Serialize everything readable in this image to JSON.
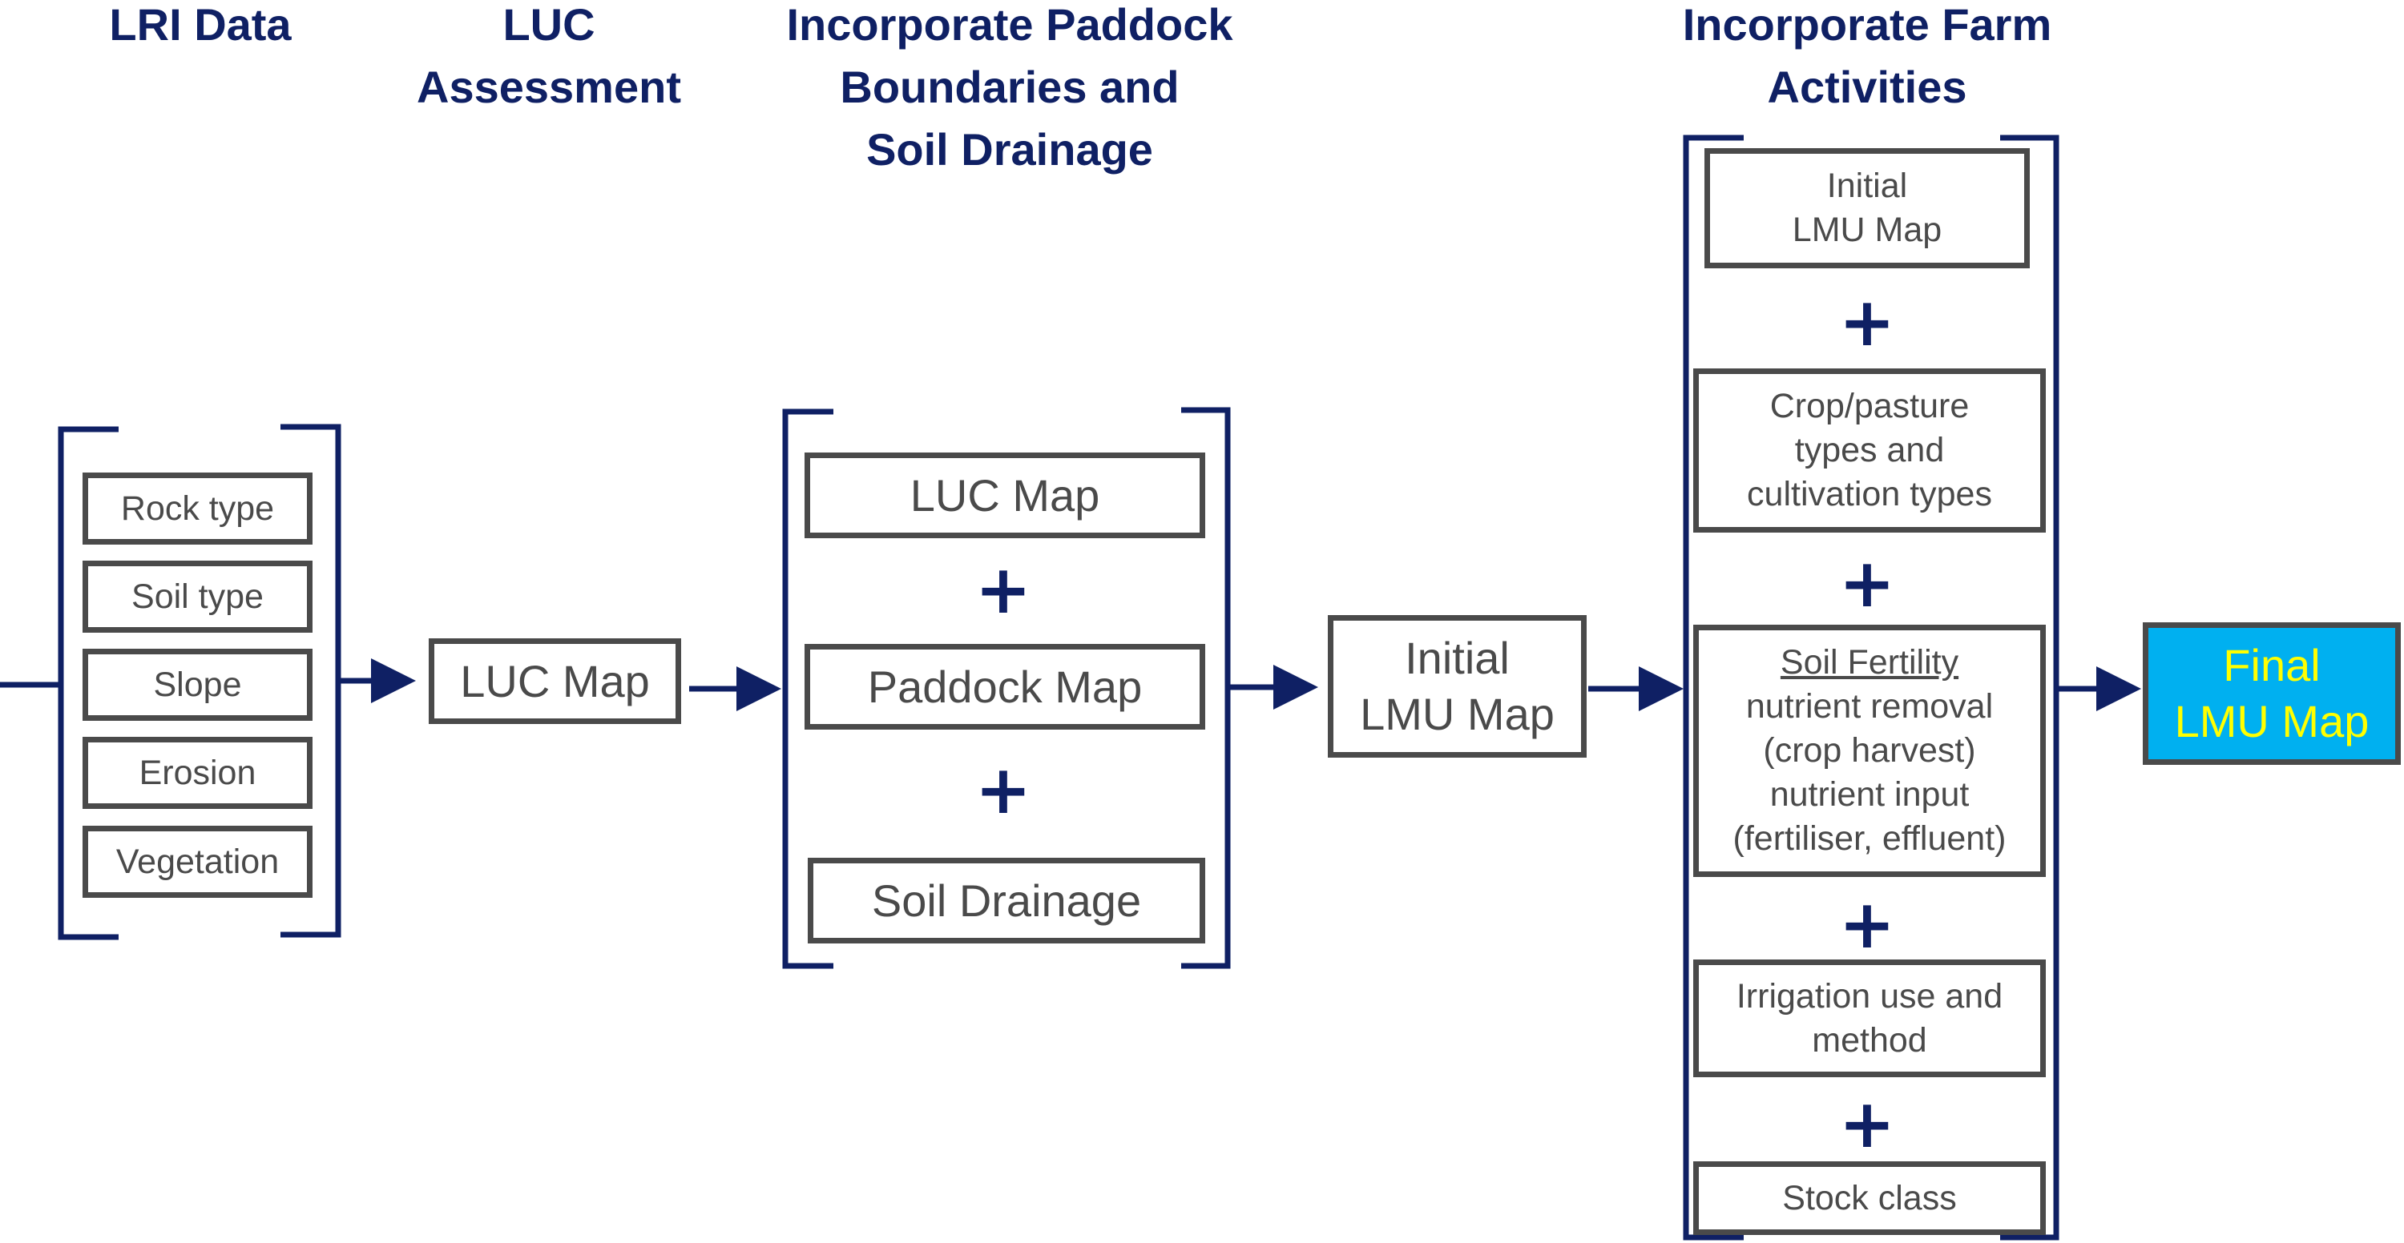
{
  "headers": {
    "lri": "LRI Data",
    "luc": "LUC\nAssessment",
    "paddock": "Incorporate Paddock\nBoundaries and\nSoil Drainage",
    "farm": "Incorporate Farm\nActivities"
  },
  "lri_items": [
    "Rock type",
    "Soil type",
    "Slope",
    "Erosion",
    "Vegetation"
  ],
  "luc_map": "LUC Map",
  "paddock_group": {
    "luc_map": "LUC Map",
    "paddock_map": "Paddock Map",
    "soil_drainage": "Soil Drainage"
  },
  "initial_lmu": "Initial\nLMU Map",
  "farm_group": {
    "initial_lmu": "Initial\nLMU Map",
    "crop": "Crop/pasture\ntypes and\ncultivation types",
    "soil_fertility_title": "Soil Fertility",
    "soil_fertility_body": "nutrient removal\n(crop harvest)\nnutrient input\n(fertiliser, effluent)",
    "irrigation": "Irrigation use and\nmethod",
    "stock": "Stock class"
  },
  "final_lmu": "Final\nLMU Map",
  "plus_sign": "+",
  "colors": {
    "navy": "#0f2064",
    "box_border": "#4a4a4a",
    "final_fill": "#00b0f0",
    "final_text": "#ffff00"
  }
}
